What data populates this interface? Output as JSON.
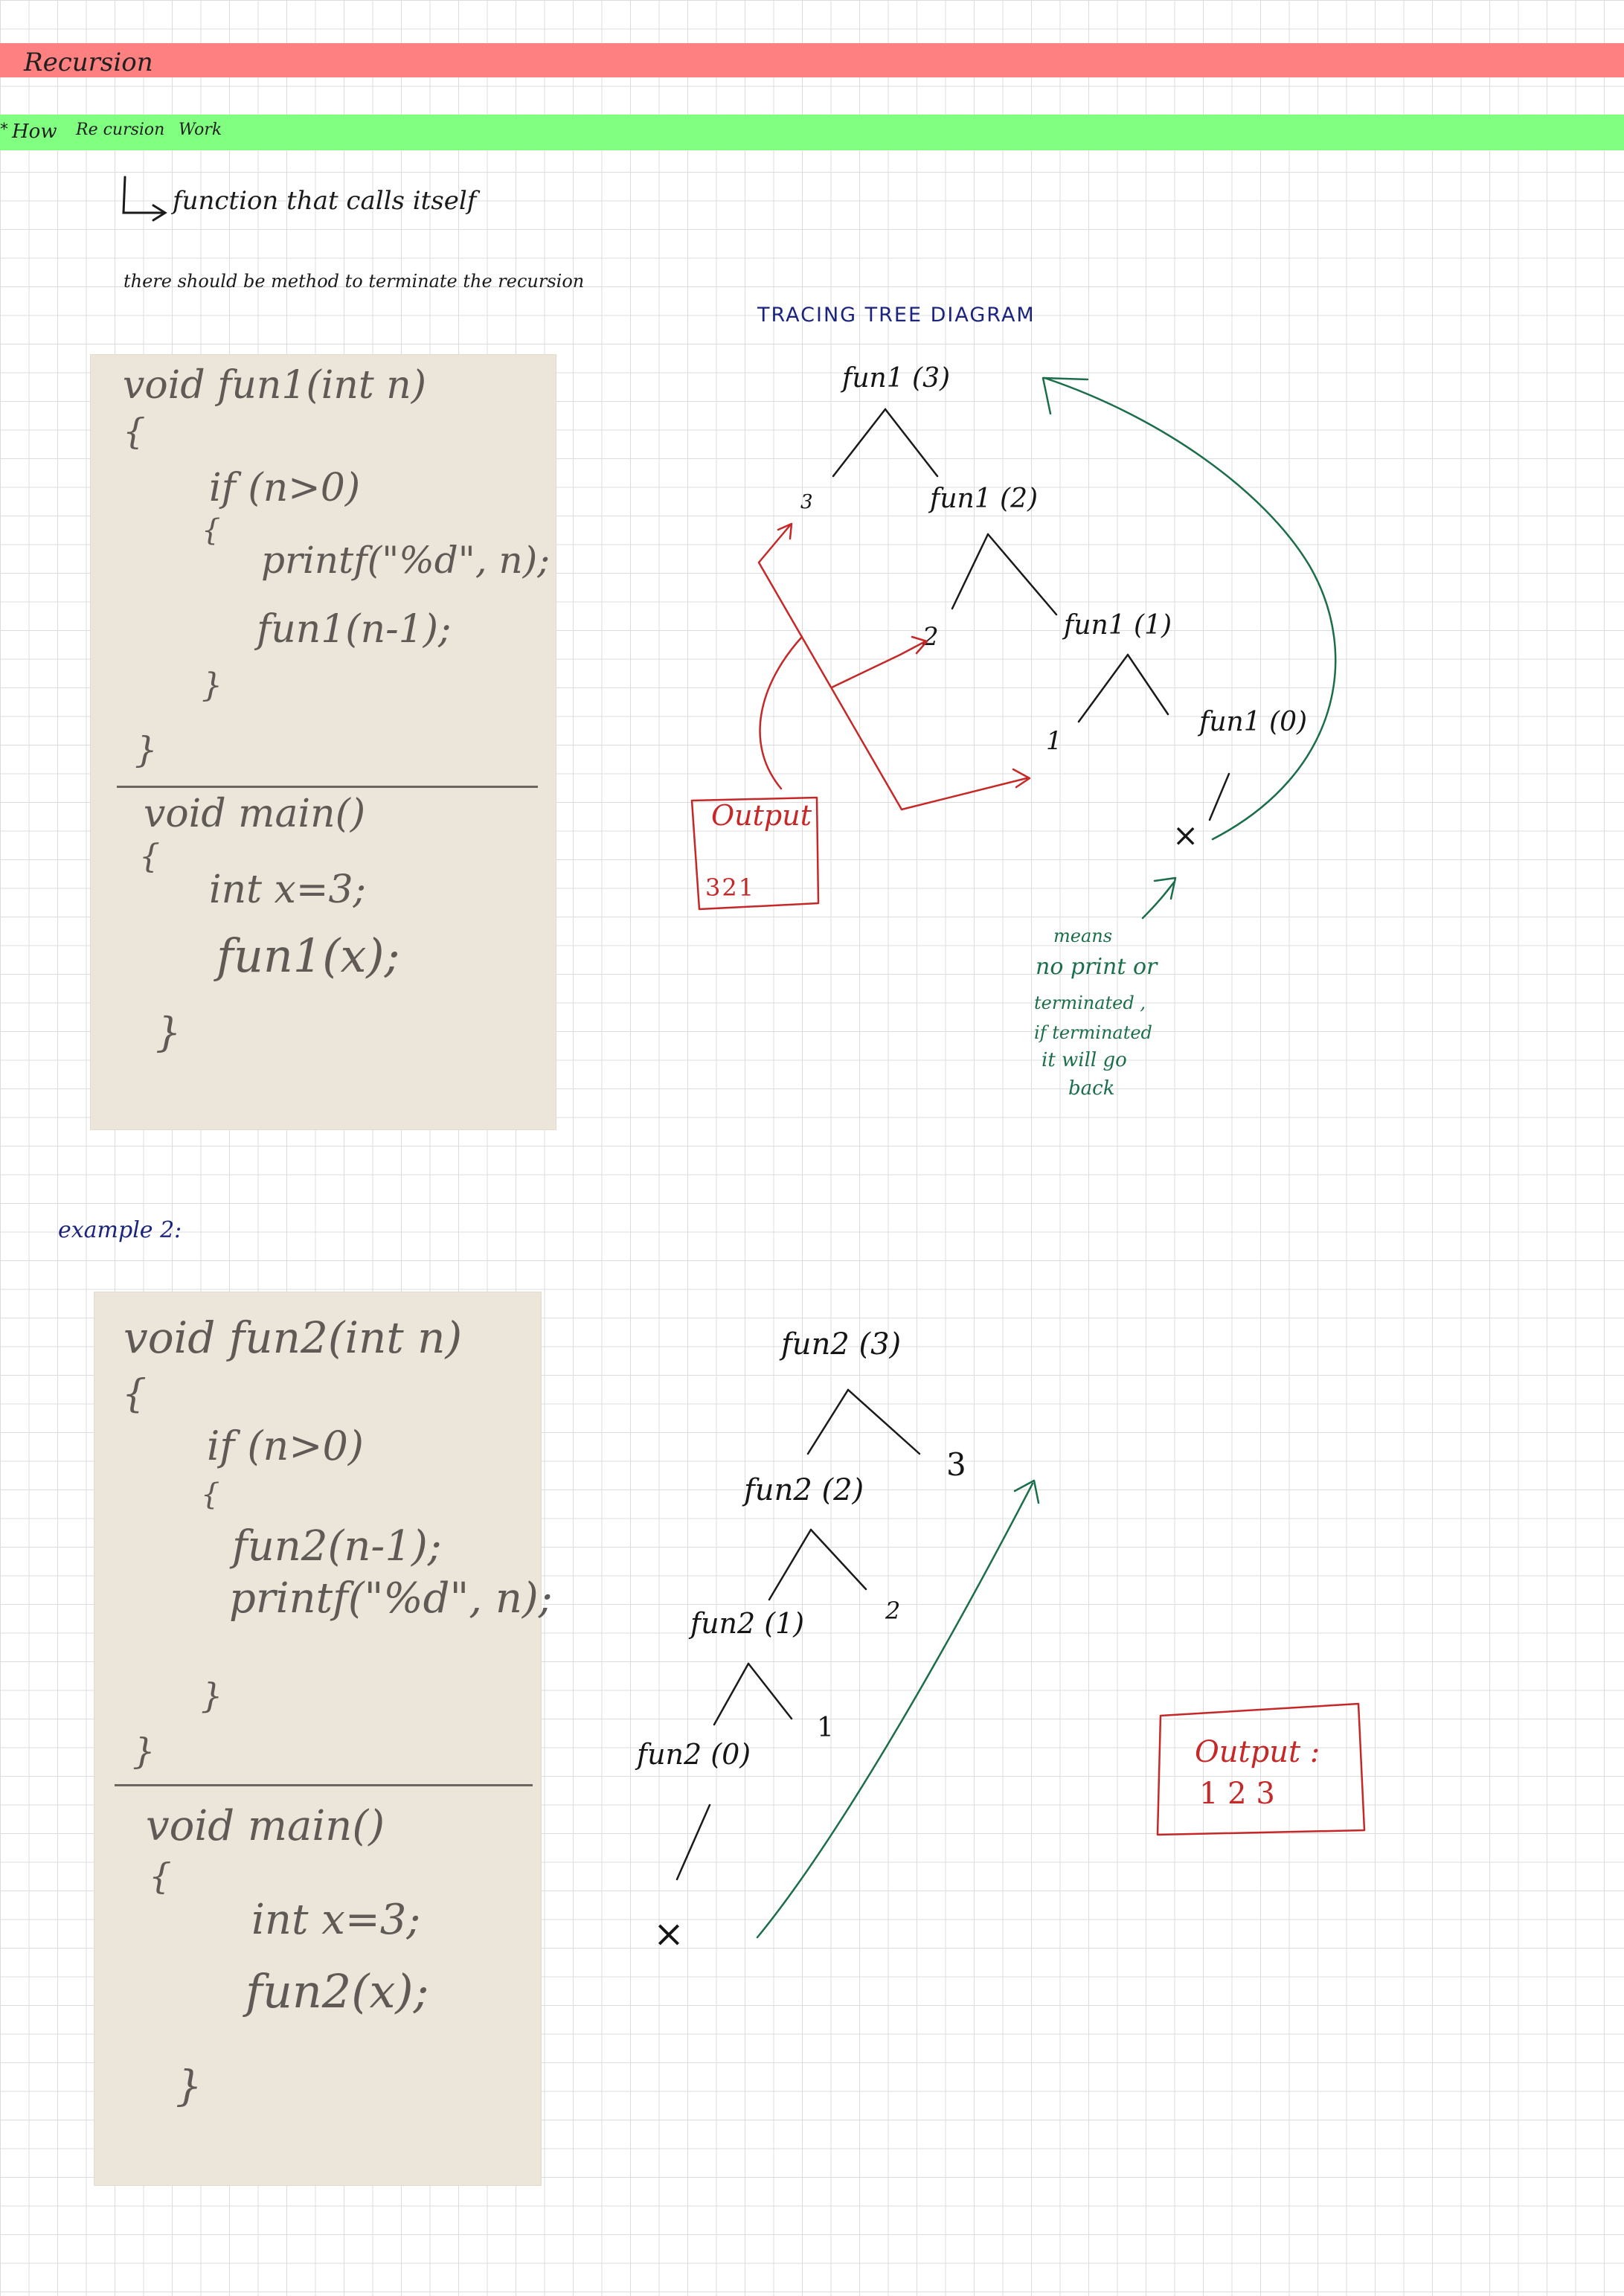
{
  "header": {
    "title": "Recursion"
  },
  "section": {
    "bullet": "*",
    "word1": "How",
    "word2": "Re cursion",
    "word3": "Work"
  },
  "notes": {
    "definition": "function that calls itself",
    "termination": "there should be method to terminate the recursion",
    "tree_heading": "TRACING TREE DIAGRAM",
    "example2": "example 2:"
  },
  "code1": {
    "lines": [
      "void fun1(int n)",
      "{",
      "if (n>0)",
      "{",
      "printf(\"%d\", n);",
      "fun1(n-1);",
      "}",
      "}",
      "void main()",
      "{",
      "int x=3;",
      "fun1(x);",
      "}"
    ]
  },
  "tree1": {
    "nodes": [
      "fun1 (3)",
      "3",
      "fun1 (2)",
      "2",
      "fun1 (1)",
      "1",
      "fun1 (0)",
      "×"
    ],
    "output_title": "Output",
    "output_value": "321",
    "annotation": [
      "means",
      "no print or",
      "terminated ,",
      "if terminated",
      "it will go",
      "back"
    ]
  },
  "code2": {
    "lines": [
      "void fun2(int n)",
      "{",
      "if (n>0)",
      "{",
      "fun2(n-1);",
      "printf(\"%d\", n);",
      "}",
      "}",
      "void main()",
      "{",
      "int x=3;",
      "fun2(x);",
      "}"
    ]
  },
  "tree2": {
    "nodes": [
      "fun2 (3)",
      "3",
      "fun2 (2)",
      "2",
      "fun2 (1)",
      "1",
      "fun2 (0)",
      "×"
    ],
    "output_title": "Output :",
    "output_value": "1 2 3"
  },
  "colors": {
    "title_band": "#ff8080",
    "section_band": "#80ff80",
    "ink": "#1a1a1a",
    "heading_blue": "#1a237e",
    "red": "#c62828",
    "green": "#1b6e4a"
  }
}
